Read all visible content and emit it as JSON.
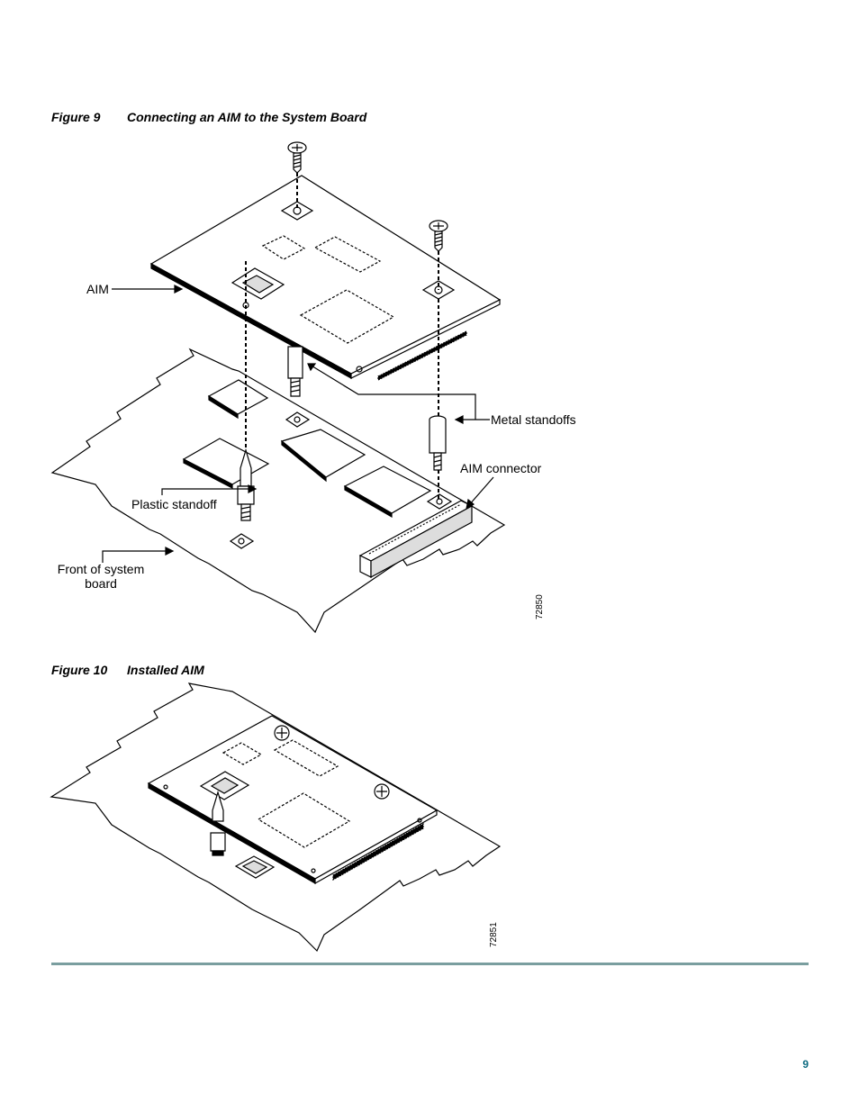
{
  "figure9": {
    "number": "Figure 9",
    "title": "Connecting an AIM to the System Board",
    "callouts": {
      "aim": "AIM",
      "metal_standoffs": "Metal standoffs",
      "aim_connector": "AIM connector",
      "plastic_standoff": "Plastic standoff",
      "front_board": "Front of system board"
    },
    "id": "72850"
  },
  "figure10": {
    "number": "Figure 10",
    "title": "Installed AIM",
    "id": "72851"
  },
  "page": {
    "number": "9"
  },
  "colors": {
    "rule": "#7a9e9f",
    "page_number": "#0d6b80"
  }
}
